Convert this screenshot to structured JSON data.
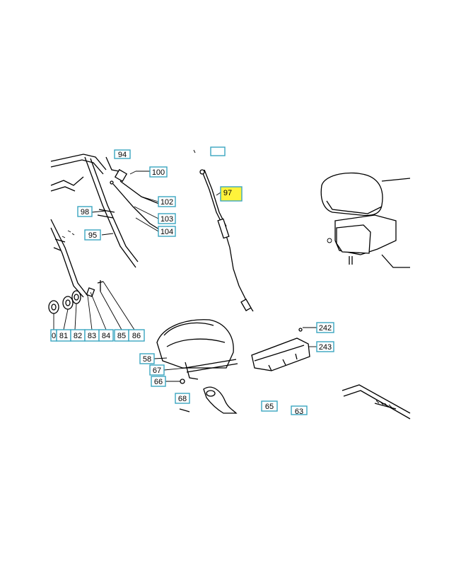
{
  "labels": {
    "l94": "94",
    "l100": "100",
    "l97": "97",
    "l102": "102",
    "l98": "98",
    "l103": "103",
    "l104": "104",
    "l95": "95",
    "l80": "0",
    "l81": "81",
    "l82": "82",
    "l83": "83",
    "l84": "84",
    "l85": "85",
    "l86": "86",
    "l242": "242",
    "l243": "243",
    "l58": "58",
    "l67": "67",
    "l66": "66",
    "l68": "68",
    "l65": "65",
    "l63": "63"
  },
  "colors": {
    "label_border": "#3aa6c0",
    "highlight": "#fff33b",
    "line": "#000000"
  },
  "highlighted_label": "97"
}
